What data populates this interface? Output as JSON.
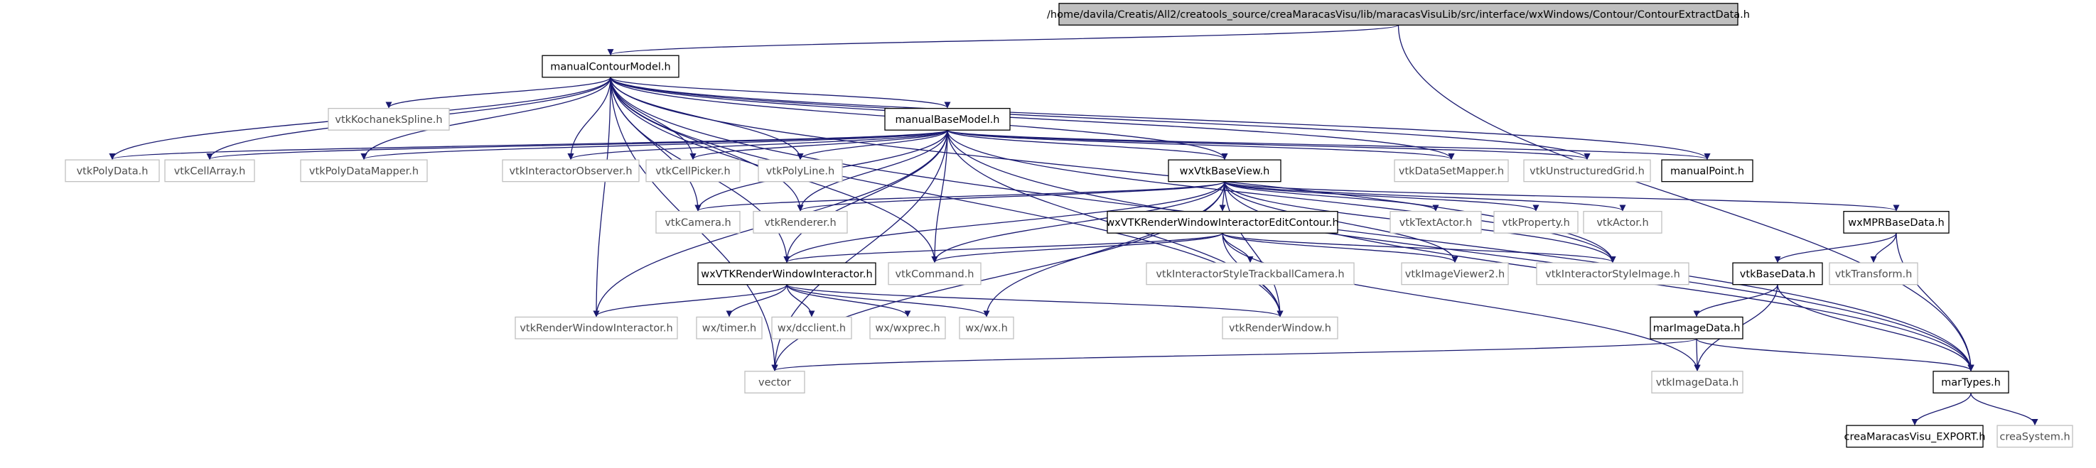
{
  "graph": {
    "colors": {
      "edge": "#191970",
      "root_fill": "#bfbfbf",
      "border_documented": "#000000",
      "border_external": "#bfbfbf",
      "text_documented": "#000000",
      "text_external": "#4d4d4d"
    },
    "nodes": [
      {
        "id": "root",
        "label": "/home/davila/Creatis/All2/creatools_source/creaMaracasVisu/lib/maracasVisuLib/src/interface/wxWindows/Contour/ContourExtractData.h",
        "style": "root"
      },
      {
        "id": "manualContourModel",
        "label": "manualContourModel.h",
        "style": "documented"
      },
      {
        "id": "vtkKochanekSpline",
        "label": "vtkKochanekSpline.h",
        "style": "external"
      },
      {
        "id": "manualBaseModel",
        "label": "manualBaseModel.h",
        "style": "documented"
      },
      {
        "id": "vtkPolyData",
        "label": "vtkPolyData.h",
        "style": "external"
      },
      {
        "id": "vtkCellArray",
        "label": "vtkCellArray.h",
        "style": "external"
      },
      {
        "id": "vtkPolyDataMapper",
        "label": "vtkPolyDataMapper.h",
        "style": "external"
      },
      {
        "id": "vtkInteractorObserver",
        "label": "vtkInteractorObserver.h",
        "style": "external"
      },
      {
        "id": "vtkCellPicker",
        "label": "vtkCellPicker.h",
        "style": "external"
      },
      {
        "id": "vtkPolyLine",
        "label": "vtkPolyLine.h",
        "style": "external"
      },
      {
        "id": "wxVtkBaseView",
        "label": "wxVtkBaseView.h",
        "style": "documented"
      },
      {
        "id": "vtkDataSetMapper",
        "label": "vtkDataSetMapper.h",
        "style": "external"
      },
      {
        "id": "vtkUnstructuredGrid",
        "label": "vtkUnstructuredGrid.h",
        "style": "external"
      },
      {
        "id": "manualPoint",
        "label": "manualPoint.h",
        "style": "documented"
      },
      {
        "id": "vtkCamera",
        "label": "vtkCamera.h",
        "style": "external"
      },
      {
        "id": "vtkRenderer",
        "label": "vtkRenderer.h",
        "style": "external"
      },
      {
        "id": "wxVTKRenderWindowInteractorEditContour",
        "label": "wxVTKRenderWindowInteractorEditContour.h",
        "style": "documented"
      },
      {
        "id": "vtkTextActor",
        "label": "vtkTextActor.h",
        "style": "external"
      },
      {
        "id": "vtkProperty",
        "label": "vtkProperty.h",
        "style": "external"
      },
      {
        "id": "vtkActor",
        "label": "vtkActor.h",
        "style": "external"
      },
      {
        "id": "wxMPRBaseData",
        "label": "wxMPRBaseData.h",
        "style": "documented"
      },
      {
        "id": "wxVTKRenderWindowInteractor",
        "label": "wxVTKRenderWindowInteractor.h",
        "style": "documented"
      },
      {
        "id": "vtkCommand",
        "label": "vtkCommand.h",
        "style": "external"
      },
      {
        "id": "vtkInteractorStyleTrackballCamera",
        "label": "vtkInteractorStyleTrackballCamera.h",
        "style": "external"
      },
      {
        "id": "vtkImageViewer2",
        "label": "vtkImageViewer2.h",
        "style": "external"
      },
      {
        "id": "vtkInteractorStyleImage",
        "label": "vtkInteractorStyleImage.h",
        "style": "external"
      },
      {
        "id": "vtkBaseData",
        "label": "vtkBaseData.h",
        "style": "documented"
      },
      {
        "id": "vtkTransform",
        "label": "vtkTransform.h",
        "style": "external"
      },
      {
        "id": "vtkRenderWindowInteractor",
        "label": "vtkRenderWindowInteractor.h",
        "style": "external"
      },
      {
        "id": "wxtimer",
        "label": "wx/timer.h",
        "style": "external"
      },
      {
        "id": "wxdcclient",
        "label": "wx/dcclient.h",
        "style": "external"
      },
      {
        "id": "wxwxprec",
        "label": "wx/wxprec.h",
        "style": "external"
      },
      {
        "id": "wxwx",
        "label": "wx/wx.h",
        "style": "external"
      },
      {
        "id": "vtkRenderWindow",
        "label": "vtkRenderWindow.h",
        "style": "external"
      },
      {
        "id": "marImageData",
        "label": "marImageData.h",
        "style": "documented"
      },
      {
        "id": "vector",
        "label": "vector",
        "style": "external"
      },
      {
        "id": "vtkImageData",
        "label": "vtkImageData.h",
        "style": "external"
      },
      {
        "id": "marTypes",
        "label": "marTypes.h",
        "style": "documented"
      },
      {
        "id": "creaMaracasVisu_EXPORT",
        "label": "creaMaracasVisu_EXPORT.h",
        "style": "documented"
      },
      {
        "id": "creaSystem",
        "label": "creaSystem.h",
        "style": "external"
      }
    ],
    "edges": [
      [
        "root",
        "manualContourModel"
      ],
      [
        "root",
        "marTypes"
      ],
      [
        "manualContourModel",
        "vtkKochanekSpline"
      ],
      [
        "manualContourModel",
        "manualBaseModel"
      ],
      [
        "manualContourModel",
        "vtkPolyData"
      ],
      [
        "manualContourModel",
        "vtkCellArray"
      ],
      [
        "manualContourModel",
        "vtkPolyDataMapper"
      ],
      [
        "manualContourModel",
        "vtkInteractorObserver"
      ],
      [
        "manualContourModel",
        "vtkCellPicker"
      ],
      [
        "manualContourModel",
        "vtkPolyLine"
      ],
      [
        "manualContourModel",
        "wxVtkBaseView"
      ],
      [
        "manualContourModel",
        "vtkDataSetMapper"
      ],
      [
        "manualContourModel",
        "vtkUnstructuredGrid"
      ],
      [
        "manualContourModel",
        "manualPoint"
      ],
      [
        "manualContourModel",
        "vtkCamera"
      ],
      [
        "manualContourModel",
        "vtkRenderer"
      ],
      [
        "manualContourModel",
        "wxVTKRenderWindowInteractor"
      ],
      [
        "manualContourModel",
        "vtkCommand"
      ],
      [
        "manualContourModel",
        "vtkInteractorStyleImage"
      ],
      [
        "manualContourModel",
        "vtkRenderWindowInteractor"
      ],
      [
        "manualContourModel",
        "vtkRenderWindow"
      ],
      [
        "manualContourModel",
        "vector"
      ],
      [
        "manualContourModel",
        "marTypes"
      ],
      [
        "manualBaseModel",
        "vtkPolyData"
      ],
      [
        "manualBaseModel",
        "vtkCellArray"
      ],
      [
        "manualBaseModel",
        "vtkPolyDataMapper"
      ],
      [
        "manualBaseModel",
        "vtkInteractorObserver"
      ],
      [
        "manualBaseModel",
        "vtkCellPicker"
      ],
      [
        "manualBaseModel",
        "vtkPolyLine"
      ],
      [
        "manualBaseModel",
        "wxVtkBaseView"
      ],
      [
        "manualBaseModel",
        "vtkDataSetMapper"
      ],
      [
        "manualBaseModel",
        "vtkUnstructuredGrid"
      ],
      [
        "manualBaseModel",
        "manualPoint"
      ],
      [
        "manualBaseModel",
        "vtkCamera"
      ],
      [
        "manualBaseModel",
        "vtkRenderer"
      ],
      [
        "manualBaseModel",
        "wxVTKRenderWindowInteractor"
      ],
      [
        "manualBaseModel",
        "vtkCommand"
      ],
      [
        "manualBaseModel",
        "vtkInteractorStyleImage"
      ],
      [
        "manualBaseModel",
        "vtkRenderWindowInteractor"
      ],
      [
        "manualBaseModel",
        "vtkRenderWindow"
      ],
      [
        "manualBaseModel",
        "vector"
      ],
      [
        "manualBaseModel",
        "marTypes"
      ],
      [
        "wxVtkBaseView",
        "vtkCamera"
      ],
      [
        "wxVtkBaseView",
        "vtkRenderer"
      ],
      [
        "wxVtkBaseView",
        "wxVTKRenderWindowInteractorEditContour"
      ],
      [
        "wxVtkBaseView",
        "vtkTextActor"
      ],
      [
        "wxVtkBaseView",
        "vtkProperty"
      ],
      [
        "wxVtkBaseView",
        "vtkActor"
      ],
      [
        "wxVtkBaseView",
        "wxMPRBaseData"
      ],
      [
        "wxVtkBaseView",
        "wxVTKRenderWindowInteractor"
      ],
      [
        "wxVtkBaseView",
        "vtkCommand"
      ],
      [
        "wxVtkBaseView",
        "vtkImageViewer2"
      ],
      [
        "wxVtkBaseView",
        "vtkInteractorStyleImage"
      ],
      [
        "wxVtkBaseView",
        "wxwx"
      ],
      [
        "wxVtkBaseView",
        "vtkRenderWindow"
      ],
      [
        "wxVtkBaseView",
        "vector"
      ],
      [
        "wxVtkBaseView",
        "marTypes"
      ],
      [
        "wxVTKRenderWindowInteractorEditContour",
        "wxVTKRenderWindowInteractor"
      ],
      [
        "wxVTKRenderWindowInteractorEditContour",
        "vtkCommand"
      ],
      [
        "wxVTKRenderWindowInteractorEditContour",
        "vtkInteractorStyleTrackballCamera"
      ],
      [
        "wxVTKRenderWindowInteractorEditContour",
        "vtkImageViewer2"
      ],
      [
        "wxVTKRenderWindowInteractorEditContour",
        "vtkInteractorStyleImage"
      ],
      [
        "wxVTKRenderWindowInteractorEditContour",
        "vtkRenderWindow"
      ],
      [
        "wxVTKRenderWindowInteractorEditContour",
        "vtkImageData"
      ],
      [
        "wxVTKRenderWindowInteractor",
        "vtkRenderWindowInteractor"
      ],
      [
        "wxVTKRenderWindowInteractor",
        "wxtimer"
      ],
      [
        "wxVTKRenderWindowInteractor",
        "wxdcclient"
      ],
      [
        "wxVTKRenderWindowInteractor",
        "wxwxprec"
      ],
      [
        "wxVTKRenderWindowInteractor",
        "wxwx"
      ],
      [
        "wxVTKRenderWindowInteractor",
        "vtkRenderWindow"
      ],
      [
        "wxMPRBaseData",
        "vtkBaseData"
      ],
      [
        "wxMPRBaseData",
        "vtkTransform"
      ],
      [
        "wxMPRBaseData",
        "marTypes"
      ],
      [
        "vtkBaseData",
        "marImageData"
      ],
      [
        "vtkBaseData",
        "vtkImageData"
      ],
      [
        "vtkBaseData",
        "marTypes"
      ],
      [
        "marImageData",
        "vector"
      ],
      [
        "marImageData",
        "vtkImageData"
      ],
      [
        "marImageData",
        "marTypes"
      ],
      [
        "marTypes",
        "creaMaracasVisu_EXPORT"
      ],
      [
        "marTypes",
        "creaSystem"
      ]
    ]
  }
}
